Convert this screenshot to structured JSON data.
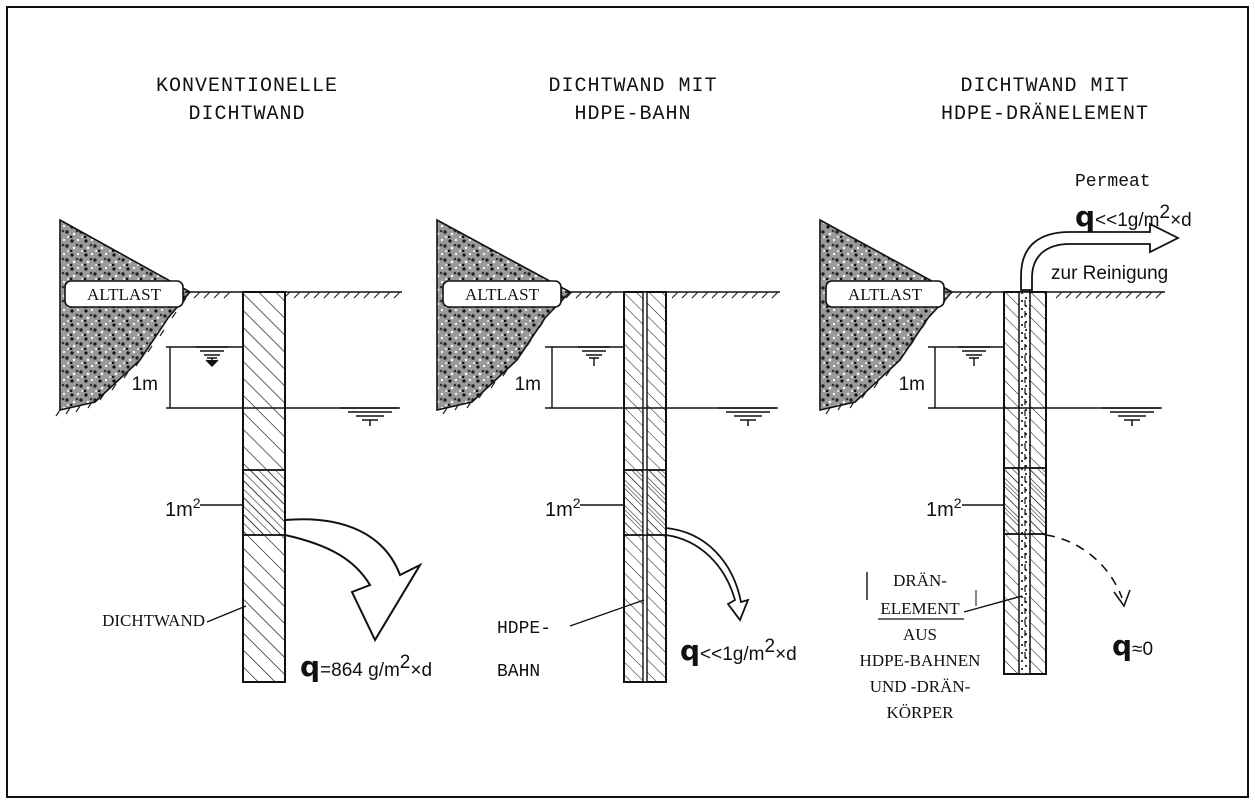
{
  "panels": [
    {
      "title_line1": "KONVENTIONELLE",
      "title_line2": "DICHTWAND",
      "altlast": "ALTLAST",
      "height_label": "1m",
      "area_label": "1m",
      "area_exp": "2",
      "wall_label": "DICHTWAND",
      "flow_symbol": "q",
      "flow_text": "=864 g/m",
      "flow_exp": "2",
      "flow_unit": "×d"
    },
    {
      "title_line1": "DICHTWAND MIT",
      "title_line2": "HDPE-BAHN",
      "altlast": "ALTLAST",
      "height_label": "1m",
      "area_label": "1m",
      "area_exp": "2",
      "wall_label_line1": "HDPE-",
      "wall_label_line2": "BAHN",
      "flow_symbol": "q",
      "flow_text": "<<1g/m",
      "flow_exp": "2",
      "flow_unit": "×d"
    },
    {
      "title_line1": "DICHTWAND MIT",
      "title_line2": "HDPE-DRÄNELEMENT",
      "altlast": "ALTLAST",
      "height_label": "1m",
      "area_label": "1m",
      "area_exp": "2",
      "permeat_label": "Permeat",
      "permeat_symbol": "q",
      "permeat_text": "<<1g/m",
      "permeat_exp": "2",
      "permeat_unit": "×d",
      "reinigung_label": "zur Reinigung",
      "element_lines": [
        "DRÄN-",
        "ELEMENT",
        "AUS",
        "HDPE-BAHNEN",
        "UND -DRÄN-",
        "KÖRPER"
      ],
      "flow_symbol": "q",
      "flow_text": "≈0"
    }
  ]
}
